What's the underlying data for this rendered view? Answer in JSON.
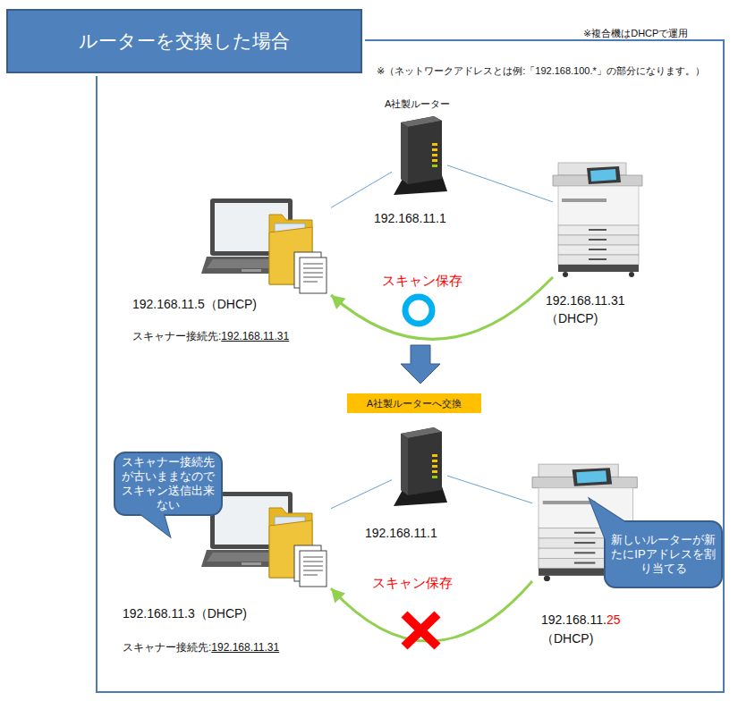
{
  "diagram": {
    "title": "ルーターを交換した場合",
    "nodes": [
      {
        "text": [
          "ルーターを交換した場合"
        ]
      },
      {
        "text": [
          "※（ネットワークアドレスとは例:「192.168.100.*」の部分になります。）"
        ]
      },
      {
        "text": [
          "A社製ルーター",
          "192.168.11.1"
        ],
        "in": 1
      },
      {
        "text": [
          "192.168.11.5（DHCP)",
          "スキャナー接続先:",
          "192.168.11.31"
        ],
        "in": 1
      },
      {
        "text": [
          "192.168.11.31",
          "（DHCP)"
        ],
        "in": 1
      },
      {
        "text": [
          "A社製ルーターへ交換"
        ],
        "in": 1
      },
      {
        "text": [
          "192.168.11.1"
        ],
        "in": 1
      },
      {
        "text": [
          "スキャナー接続先が古いままなのでスキャン送信出来ない"
        ],
        "in": 1
      },
      {
        "text": [
          "192.168.11.3（DHCP)",
          "スキャナー接続先:",
          "192.168.11.31"
        ],
        "in": 1
      },
      {
        "text": [
          "192.168.11.",
          "25",
          "（DHCP)"
        ],
        "in": 1
      },
      {
        "text": [
          "新しいルーターが新たにIPアドレスを割り当てる"
        ],
        "in": 1
      }
    ],
    "edges": [
      {
        "from": 2,
        "to": 3,
        "arrow": "none"
      },
      {
        "from": 2,
        "to": 4,
        "arrow": "none"
      },
      {
        "from": 4,
        "to": 3,
        "label": "スキャン保存",
        "arrow": "to"
      },
      {
        "from": 6,
        "to": 8,
        "arrow": "none"
      },
      {
        "from": 6,
        "to": 9,
        "arrow": "none"
      },
      {
        "from": 9,
        "to": 8,
        "label": "スキャン保存",
        "arrow": "to"
      }
    ],
    "labels": [
      "※複合機はDHCPで運用"
    ]
  }
}
